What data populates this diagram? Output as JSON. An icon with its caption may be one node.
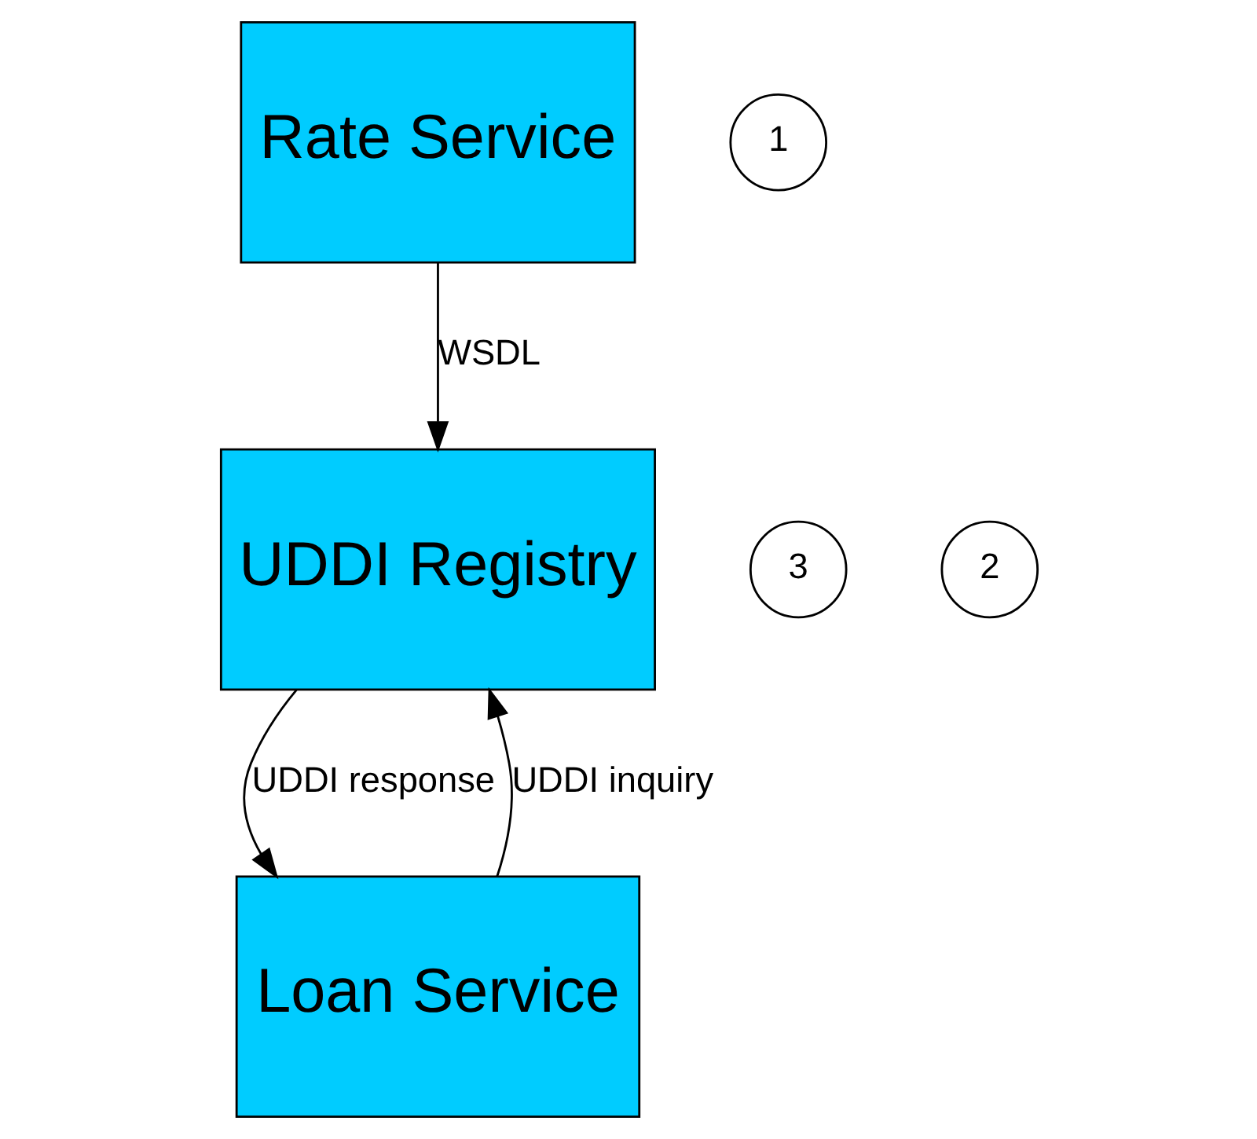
{
  "diagram": {
    "nodes": [
      {
        "text": [
          "Rate Service"
        ]
      },
      {
        "text": [
          "1"
        ]
      },
      {
        "text": [
          "UDDI Registry"
        ]
      },
      {
        "text": [
          "3"
        ]
      },
      {
        "text": [
          "2"
        ]
      },
      {
        "text": [
          "Loan Service"
        ]
      }
    ],
    "edges": [
      {
        "from": 0,
        "to": 2,
        "arrow": "to",
        "label": "WSDL"
      },
      {
        "from": 2,
        "to": 5,
        "arrow": "to",
        "label": "UDDI response"
      },
      {
        "from": 5,
        "to": 2,
        "arrow": "to",
        "label": "UDDI inquiry"
      }
    ]
  }
}
